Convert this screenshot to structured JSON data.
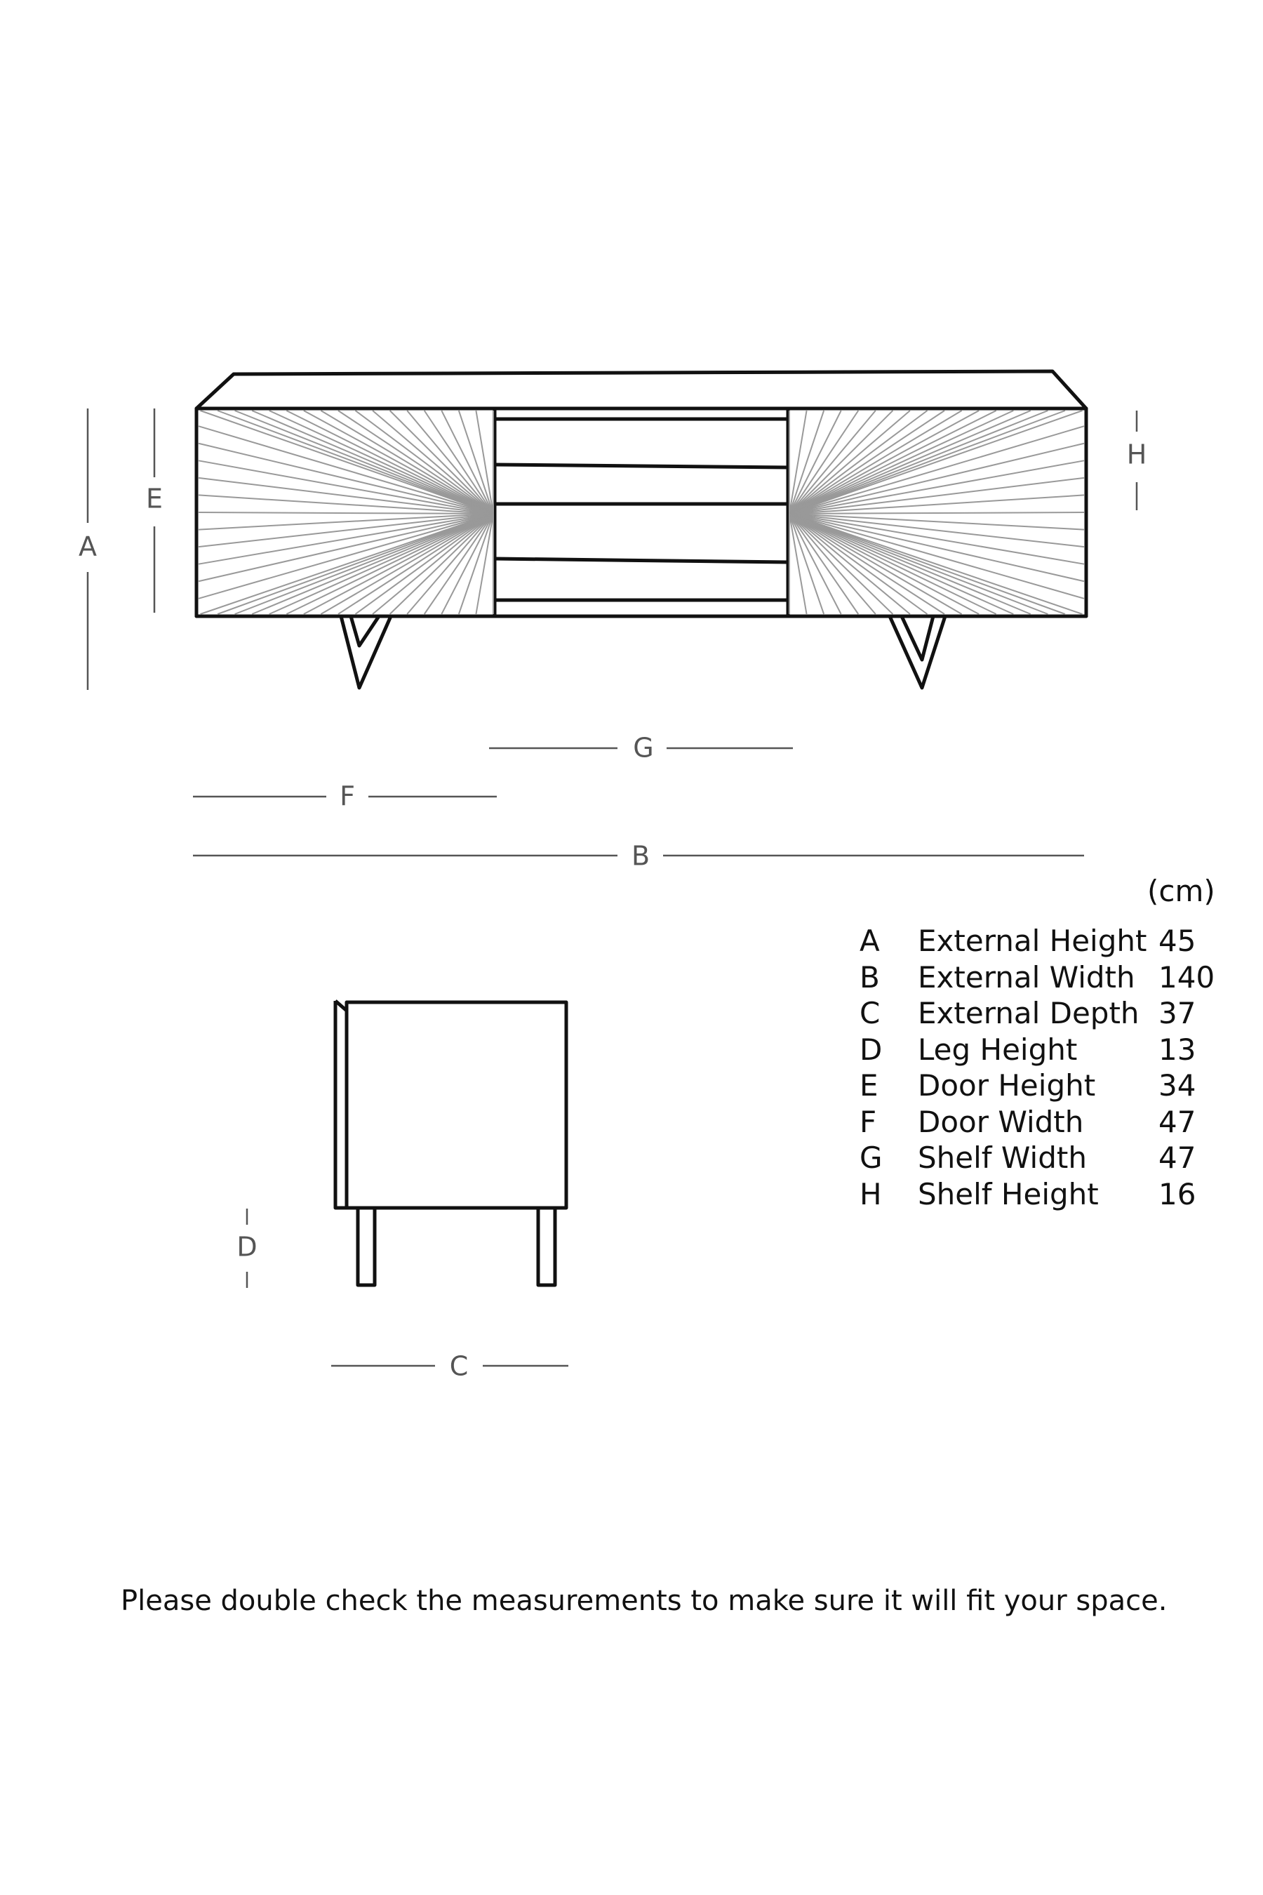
{
  "dimension_letters": {
    "a": "A",
    "b": "B",
    "c": "C",
    "d": "D",
    "e": "E",
    "f": "F",
    "g": "G",
    "h": "H"
  },
  "unit": "(cm)",
  "specs": [
    {
      "code": "A",
      "label": "External Height",
      "value": "45"
    },
    {
      "code": "B",
      "label": "External Width",
      "value": "140"
    },
    {
      "code": "C",
      "label": "External Depth",
      "value": "37"
    },
    {
      "code": "D",
      "label": "Leg Height",
      "value": "13"
    },
    {
      "code": "E",
      "label": "Door Height",
      "value": "34"
    },
    {
      "code": "F",
      "label": "Door Width",
      "value": "47"
    },
    {
      "code": "G",
      "label": "Shelf Width",
      "value": "47"
    },
    {
      "code": "H",
      "label": "Shelf Height",
      "value": "16"
    }
  ],
  "note": "Please double check the measurements to make sure it will fit your space."
}
